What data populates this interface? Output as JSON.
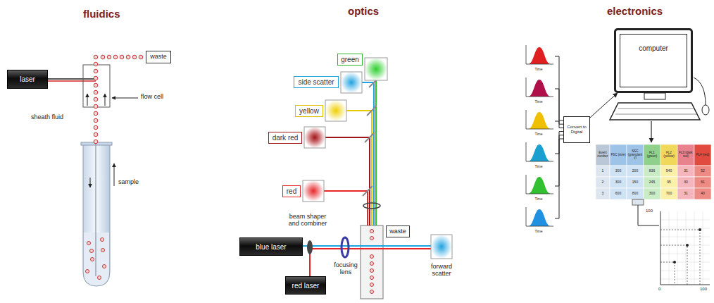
{
  "diagram": {
    "nodes": [
      {
        "text": [
          "laser"
        ]
      },
      {
        "text": [
          "waste"
        ]
      },
      {
        "text": [
          "green"
        ]
      },
      {
        "text": [
          "side scatter"
        ]
      },
      {
        "text": [
          "yellow"
        ]
      },
      {
        "text": [
          "dark red"
        ]
      },
      {
        "text": [
          "red"
        ]
      },
      {
        "text": [
          "blue laser"
        ]
      },
      {
        "text": [
          "red laser"
        ]
      },
      {
        "text": [
          "waste"
        ]
      },
      {
        "text": [
          "forward scatter"
        ]
      },
      {
        "text": [
          "Time"
        ]
      },
      {
        "text": [
          "Time"
        ]
      },
      {
        "text": [
          "Time"
        ]
      },
      {
        "text": [
          "Time"
        ]
      },
      {
        "text": [
          "Time"
        ]
      },
      {
        "text": [
          "Time"
        ]
      },
      {
        "text": [
          "Convert to Digital"
        ]
      },
      {
        "text": [
          "computer"
        ]
      }
    ],
    "edges": [
      {
        "from": 11,
        "to": 17,
        "arrow": "none"
      },
      {
        "from": 12,
        "to": 17,
        "arrow": "none"
      },
      {
        "from": 13,
        "to": 17,
        "arrow": "none"
      },
      {
        "from": 14,
        "to": 17,
        "arrow": "none"
      },
      {
        "from": 15,
        "to": 17,
        "arrow": "none"
      },
      {
        "from": 16,
        "to": 17,
        "arrow": "none"
      },
      {
        "from": 17,
        "to": 18,
        "arrow": "to"
      }
    ],
    "labels": [
      "fluidics",
      "optics",
      "electronics",
      "flow cell",
      "sheath fluid",
      "sample",
      "beam shaper and combiner",
      "focusing lens",
      "Event number",
      "FSC (size)",
      "SSC (granularity)",
      "FL1 (green)",
      "FL2 (yellow)",
      "FL3 (dark red)",
      "FL4 (red)",
      "1",
      "300",
      "200",
      "836",
      "540",
      "31",
      "52",
      "2",
      "300",
      "150",
      "245",
      "95",
      "30",
      "61",
      "3",
      "600",
      "800",
      "300",
      "700",
      "31",
      "40",
      "100",
      "0",
      "100"
    ]
  }
}
